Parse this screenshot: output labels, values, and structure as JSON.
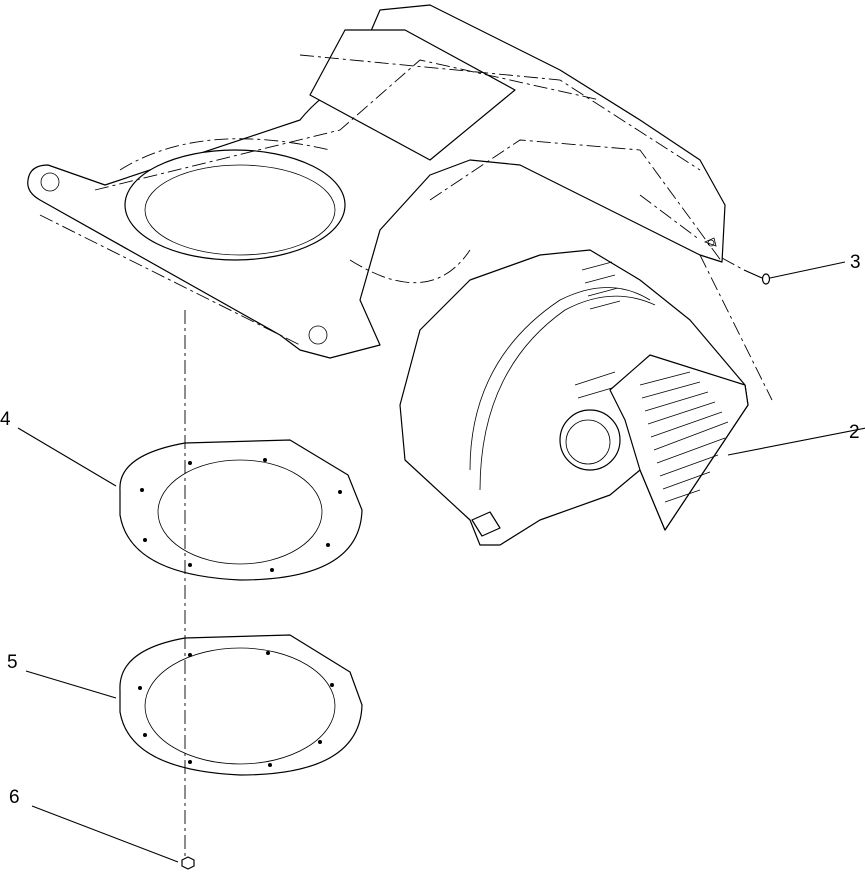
{
  "diagram": {
    "callouts": [
      {
        "id": "2",
        "label": "2"
      },
      {
        "id": "3",
        "label": "3"
      },
      {
        "id": "4",
        "label": "4"
      },
      {
        "id": "5",
        "label": "5"
      },
      {
        "id": "6",
        "label": "6"
      }
    ],
    "parts": [
      {
        "id": "shroud",
        "callout": "2"
      },
      {
        "id": "screw",
        "callout": "3"
      },
      {
        "id": "gasket-upper",
        "callout": "4"
      },
      {
        "id": "gasket-lower",
        "callout": "5"
      },
      {
        "id": "nut",
        "callout": "6"
      }
    ]
  }
}
